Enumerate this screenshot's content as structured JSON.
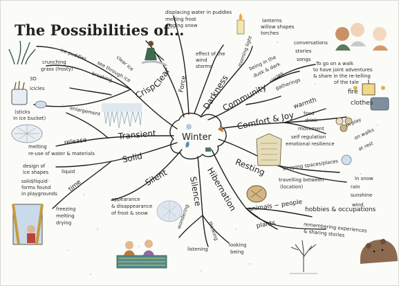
{
  "title": "The Possibilities of...",
  "hub": "Winter",
  "branches": {
    "crisp": "Crisp",
    "clear": "Clear",
    "force": "Force",
    "darkness": "Darkness",
    "community": "Community",
    "comfort": "Comfort & Joy",
    "resting": "Resting",
    "hibernation": "Hibernation",
    "silence": "Silence",
    "silent": "Silent",
    "solid": "Solid",
    "transient": "Transient",
    "release": "release",
    "time": "time",
    "liquid": "liquid",
    "breaking": "breaking",
    "enlargement": "enlargement"
  },
  "leaves": {
    "displacing": "displacing water in puddles",
    "melting_frost": "melting frost",
    "digging_snow": "digging snow",
    "effect": "effect of the",
    "wind": "wind",
    "storms": "storms",
    "morning_light": "morning light",
    "being_dark": "being in the",
    "dusk_dark": "dusk & dark",
    "lanterns": "lanterns",
    "willow": "willow shapes",
    "torches": "torches",
    "conversations": "conversations",
    "stories": "stories",
    "songs": "songs",
    "circles": "circles",
    "gatherings": "gatherings",
    "walk1": "To go on a walk",
    "walk2": "to have joint adventures",
    "walk3": "& share in the re-telling",
    "walk4": "of the tale",
    "warmth": "warmth",
    "food": "food",
    "drink": "drink",
    "movement": "movement",
    "fire": "fire",
    "clothes": "clothes",
    "self_reg": "self regulation",
    "resilience": "emotional resilience",
    "in_play": "in play",
    "on_walks": "on walks",
    "at_rest": "at rest",
    "sleep_spaces": "sleeping spaces/places",
    "travel": "travelling between",
    "location": "(location)",
    "in_snow": "in snow",
    "rain": "rain",
    "sunshine": "sunshine",
    "animals_people": "animals ~ people",
    "hobbies": "hobbies & occupations",
    "remembering": "remembering experiences",
    "sharing": "& sharing stories",
    "plants": "plants",
    "listening": "listening",
    "looking": "looking",
    "being": "being",
    "thinking": "thinking",
    "wondering": "wondering",
    "appearance": "appearance",
    "disappearance": "& disappearance",
    "frost_snow": "of frost & snow",
    "freezing": "freezing",
    "melting2": "melting",
    "drying": "drying",
    "solid_liquid1": "solid/liquid",
    "solid_liquid2": "forms found",
    "solid_liquid3": "in playgrounds",
    "design": "design of",
    "ice_shapes": "ice shapes",
    "melting": "melting",
    "reuse": "re-use of water & materials",
    "sticks1": "(sticks",
    "sticks2": "in ice bucket)",
    "ice_puddles": "ice puddles",
    "crunching1": "crunching",
    "crunching2": "grass (frosty)",
    "icicles": "icicles",
    "three_d": "3D",
    "clear_ice": "clear ice",
    "see_through": "see through ice"
  },
  "colors": {
    "ink": "#1f1f1f",
    "paper": "#fbfbf8",
    "blue_accent": "#7aa6c8",
    "earth": "#9b7b53",
    "snow_dots": "#cfcfcf"
  },
  "illustrations": [
    "frozen-grass-icon",
    "ice-bucket-icon",
    "person-shovelling-snow-icon",
    "candle-icon",
    "children-faces-icon",
    "icicles-icon",
    "ice-crystal-icon",
    "window-child-icon",
    "lantern-icon",
    "coat-icon",
    "cups-icon",
    "frost-disc-icon",
    "children-on-blanket-icon",
    "bare-tree-icon",
    "bear-icon",
    "ice-disc-icon",
    "seed-pod-icon"
  ]
}
